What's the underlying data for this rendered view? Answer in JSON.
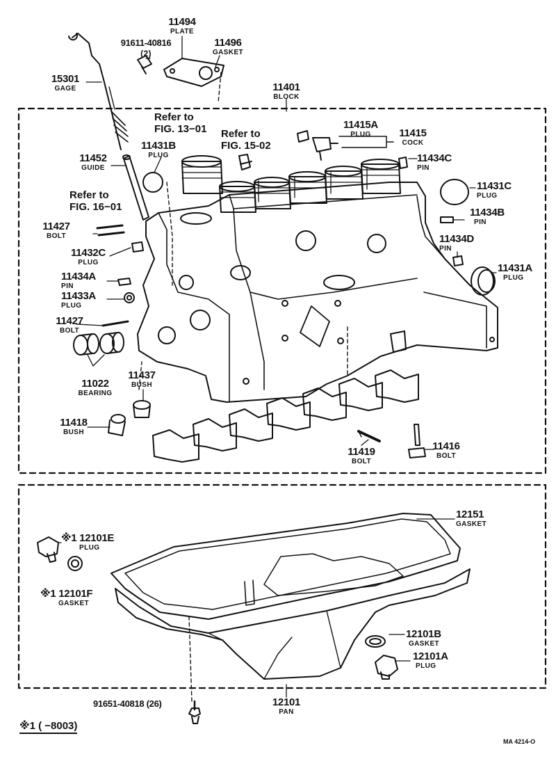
{
  "footnote": "※1 (     −8003)",
  "drawing_code": "MA 4214-O",
  "refs": {
    "fig13": [
      "Refer to",
      "FIG. 13−01"
    ],
    "fig15": [
      "Refer to",
      "FIG. 15-02"
    ],
    "fig16": [
      "Refer to",
      "FIG. 16−01"
    ]
  },
  "parts": {
    "p11494": {
      "num": "11494",
      "name": "PLATE"
    },
    "p91611": {
      "num": "91611-40816",
      "name": "(2)"
    },
    "p11496": {
      "num": "11496",
      "name": "GASKET"
    },
    "p15301": {
      "num": "15301",
      "name": "GAGE"
    },
    "p11401": {
      "num": "11401",
      "name": "BLOCK"
    },
    "p11415A": {
      "num": "11415A",
      "name": "PLUG"
    },
    "p11415": {
      "num": "11415",
      "name": "COCK"
    },
    "p11452": {
      "num": "11452",
      "name": "GUIDE"
    },
    "p11431B": {
      "num": "11431B",
      "name": "PLUG"
    },
    "p11434C": {
      "num": "11434C",
      "name": "PIN"
    },
    "p11431C": {
      "num": "11431C",
      "name": "PLUG"
    },
    "p11434B": {
      "num": "11434B",
      "name": "PIN"
    },
    "p11427a": {
      "num": "11427",
      "name": "BOLT"
    },
    "p11432C": {
      "num": "11432C",
      "name": "PLUG"
    },
    "p11434D": {
      "num": "11434D",
      "name": "PIN"
    },
    "p11431A": {
      "num": "11431A",
      "name": "PLUG"
    },
    "p11434A": {
      "num": "11434A",
      "name": "PIN"
    },
    "p11433A": {
      "num": "11433A",
      "name": "PLUG"
    },
    "p11427b": {
      "num": "11427",
      "name": "BOLT"
    },
    "p11022": {
      "num": "11022",
      "name": "BEARING"
    },
    "p11437": {
      "num": "11437",
      "name": "BUSH"
    },
    "p11418": {
      "num": "11418",
      "name": "BUSH"
    },
    "p11419": {
      "num": "11419",
      "name": "BOLT"
    },
    "p11416": {
      "num": "11416",
      "name": "BOLT"
    },
    "p12151": {
      "num": "12151",
      "name": "GASKET"
    },
    "p12101E": {
      "num": "※1 12101E",
      "name": "PLUG"
    },
    "p12101F": {
      "num": "※1 12101F",
      "name": "GASKET"
    },
    "p12101B": {
      "num": "12101B",
      "name": "GASKET"
    },
    "p12101A": {
      "num": "12101A",
      "name": "PLUG"
    },
    "p91651": {
      "num": "91651-40818 (26)",
      "name": ""
    },
    "p12101": {
      "num": "12101",
      "name": "PAN"
    }
  }
}
